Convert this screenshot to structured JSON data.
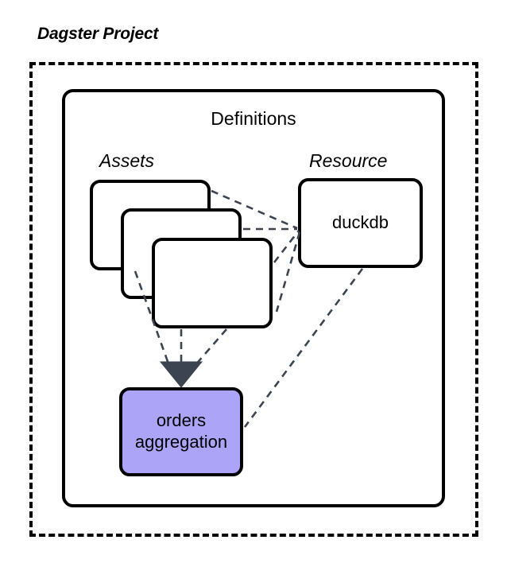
{
  "diagram": {
    "type": "architecture-block-diagram",
    "project": {
      "title": "Dagster Project",
      "frame_style": "dashed"
    },
    "definitions": {
      "title": "Definitions",
      "frame_style": "solid"
    },
    "groups": [
      {
        "key": "assets",
        "label": "Assets"
      },
      {
        "key": "resource",
        "label": "Resource"
      }
    ],
    "nodes": {
      "asset_cards": [
        {
          "id": "asset-card-1",
          "label": ""
        },
        {
          "id": "asset-card-2",
          "label": ""
        },
        {
          "id": "asset-card-3",
          "label": ""
        }
      ],
      "resource": {
        "id": "resource-duckdb",
        "label": "duckdb"
      },
      "target": {
        "id": "asset-orders-aggregation",
        "label_line_1": "orders",
        "label_line_2": "aggregation",
        "fill": "#ABA4F7"
      }
    },
    "edges": [
      {
        "from": "asset-card-1",
        "to": "resource-duckdb",
        "style": "dashed",
        "arrow": false
      },
      {
        "from": "asset-card-2",
        "to": "resource-duckdb",
        "style": "dashed",
        "arrow": false
      },
      {
        "from": "asset-card-3",
        "to": "resource-duckdb",
        "style": "dashed",
        "arrow": false
      },
      {
        "from": "asset-card-1",
        "to": "asset-orders-aggregation",
        "style": "dashed",
        "arrow": true
      },
      {
        "from": "asset-card-2",
        "to": "asset-orders-aggregation",
        "style": "dashed",
        "arrow": true
      },
      {
        "from": "asset-card-3",
        "to": "asset-orders-aggregation",
        "style": "dashed",
        "arrow": true
      },
      {
        "from": "resource-duckdb",
        "to": "asset-orders-aggregation",
        "style": "dashed",
        "arrow": false
      }
    ],
    "colors": {
      "stroke": "#000000",
      "edge": "#3D4451",
      "arrowhead": "#3D4451",
      "highlight_fill": "#ABA4F7",
      "background": "#FFFFFF"
    }
  }
}
